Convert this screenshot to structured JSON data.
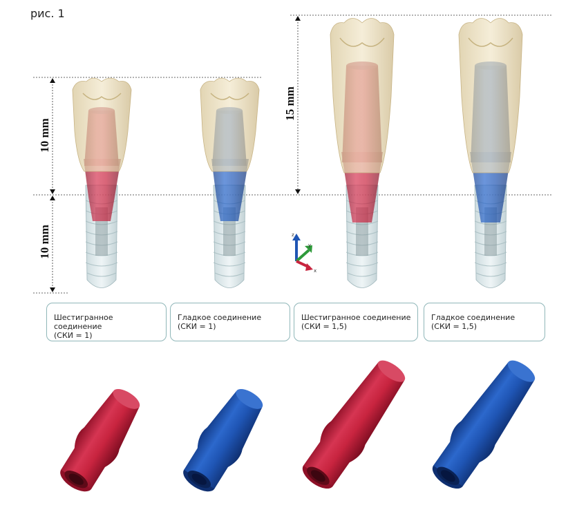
{
  "figure_label": "рис. 1",
  "dimensions": {
    "crown_10": "10 mm",
    "implant_10": "10 mm",
    "crown_15": "15 mm"
  },
  "axes": {
    "z": "z",
    "y": "y",
    "x": "x"
  },
  "captions": [
    {
      "line1": "Шестигранное соединение",
      "line2": "(СКИ = 1)"
    },
    {
      "line1": "Гладкое соединение",
      "line2": "(СКИ = 1)"
    },
    {
      "line1": "Шестигранное соединение",
      "line2": "(СКИ = 1,5)"
    },
    {
      "line1": "Гладкое соединение",
      "line2": "(СКИ = 1,5)"
    }
  ],
  "colors": {
    "red_abutment": "#c8243f",
    "blue_abutment": "#1f55b4",
    "crown": "#e7d9b4",
    "implant": "#c9d9dc",
    "caption_border": "#8fb6b8"
  }
}
